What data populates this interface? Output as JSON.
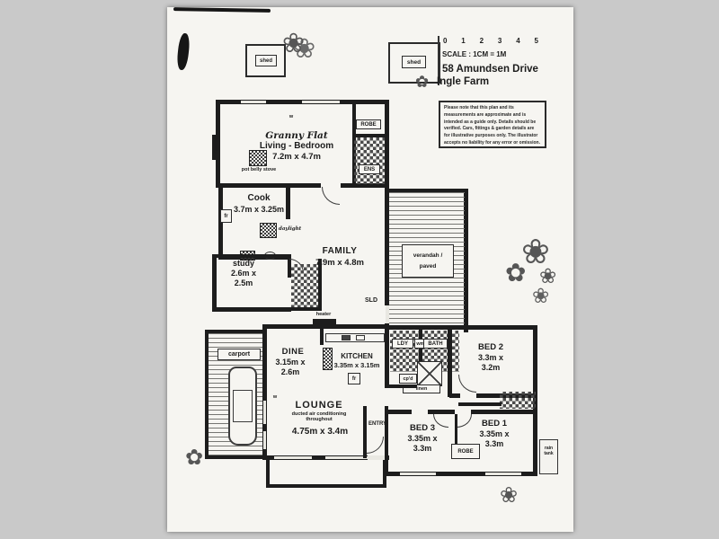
{
  "header": {
    "ruler_numbers": [
      "0",
      "1",
      "2",
      "3",
      "4",
      "5"
    ],
    "scale": "SCALE : 1CM = 1M",
    "address1": "58 Amundsen Drive",
    "address2": "Ingle Farm"
  },
  "disclaimer": "Please note that this plan and its measurements are approximate and is intended as a guide only. Details should be verified. Cars, fittings & garden details are for illustrative purposes only. The illustrator accepts no liability for any error or omission.",
  "outbuildings": {
    "shed_left": "shed",
    "shed_right": "shed",
    "carport": "carport",
    "rain_tank": "rain\ntank"
  },
  "granny_flat": {
    "title": "Granny Flat",
    "subtitle": "Living - Bedroom",
    "dims": "7.2m x 4.7m",
    "robe": "ROBE",
    "ens": "ENS",
    "pot_belly_stove": "pot belly stove",
    "chimney": "chimney",
    "window_mark": "w"
  },
  "rooms": {
    "cook": {
      "name": "Cook",
      "dims": "3.7m x 3.25m",
      "daylight": "daylight",
      "fridge": "fr"
    },
    "study": {
      "name": "study",
      "dims": "2.6m x\n2.5m"
    },
    "family": {
      "name": "FAMILY",
      "dims": "7.9m x 4.8m",
      "sliding_door": "SLD"
    },
    "verandah": {
      "name": "verandah /\npaved"
    },
    "dine": {
      "name": "DINE",
      "dims": "3.15m x\n2.6m",
      "heater": "heater"
    },
    "kitchen": {
      "name": "KITCHEN",
      "dims": "3.35m x 3.15m",
      "fridge": "fr"
    },
    "laundry": {
      "name": "LDY",
      "wm": "wm"
    },
    "bath": {
      "name": "BATH",
      "cupboard": "cp'd",
      "linen": "linen"
    },
    "bed2": {
      "name": "BED 2",
      "dims": "3.3m x\n3.2m"
    },
    "lounge": {
      "name": "LOUNGE",
      "note": "ducted air conditioning\nthroughout",
      "dims": "4.75m x 3.4m",
      "window_mark": "w"
    },
    "entry": {
      "name": "ENTRY"
    },
    "bed3": {
      "name": "BED 3",
      "dims": "3.35m x\n3.3m"
    },
    "bed1": {
      "name": "BED 1",
      "dims": "3.35m x\n3.3m"
    },
    "robe_hall": "ROBE"
  },
  "icons": {
    "flower": "❀",
    "flower2": "✿"
  }
}
